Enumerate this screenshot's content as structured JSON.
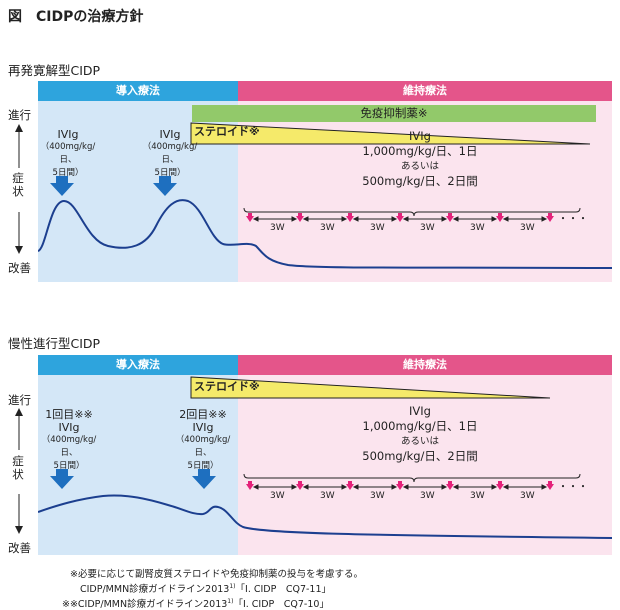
{
  "title": "図　CIDPの治療方針",
  "section1": {
    "heading": "再発寛解型CIDP",
    "phase_induction": "導入療法",
    "phase_maintenance": "維持療法",
    "immunosuppressant": "免疫抑制薬※",
    "steroid": "ステロイド※",
    "axis_top": "進行",
    "axis_mid": "症状",
    "axis_bottom": "改善",
    "ivig1_name": "IVIg",
    "ivig1_dose": "（400mg/kg/日、",
    "ivig1_days": "5日間）",
    "ivig2_name": "IVIg",
    "ivig2_dose": "（400mg/kg/日、",
    "ivig2_days": "5日間）",
    "maint_name": "IVIg",
    "maint_line1": "1,000mg/kg/日、1日",
    "maint_or": "あるいは",
    "maint_line2": "500mg/kg/日、2日間",
    "interval": "3W"
  },
  "section2": {
    "heading": "慢性進行型CIDP",
    "phase_induction": "導入療法",
    "phase_maintenance": "維持療法",
    "steroid": "ステロイド※",
    "axis_top": "進行",
    "axis_mid": "症状",
    "axis_bottom": "改善",
    "ivig1_count": "1回目※※",
    "ivig1_name": "IVIg",
    "ivig1_dose": "（400mg/kg/日、",
    "ivig1_days": "5日間）",
    "ivig2_count": "2回目※※",
    "ivig2_name": "IVIg",
    "ivig2_dose": "（400mg/kg/日、",
    "ivig2_days": "5日間）",
    "maint_name": "IVIg",
    "maint_line1": "1,000mg/kg/日、1日",
    "maint_or": "あるいは",
    "maint_line2": "500mg/kg/日、2日間",
    "interval": "3W"
  },
  "footnotes": {
    "note1": "※必要に応じて副腎皮質ステロイドや免疫抑制薬の投与を考慮する。",
    "note2": "CIDP/MMN診療ガイドライン2013",
    "note2_sup": "1)",
    "note2_ref": "「Ⅰ. CIDP　CQ7-11」",
    "note3": "※※CIDP/MMN診療ガイドライン2013",
    "note3_sup": "1)",
    "note3_ref": "「Ⅰ. CIDP　CQ7-10」"
  },
  "colors": {
    "induction": "#2ea4dd",
    "maintenance": "#e4558a",
    "induction_bg": "#d4e7f7",
    "maintenance_bg": "#fbe4ee",
    "immunosuppressant": "#92c96a",
    "steroid": "#f5ea6a",
    "arrow": "#1e6fbf",
    "dose_marker": "#e4227a",
    "curve": "#1c3f8f"
  }
}
